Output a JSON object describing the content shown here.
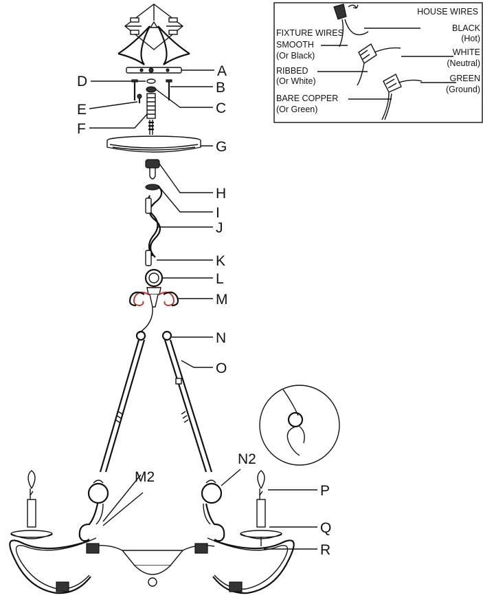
{
  "part_labels": {
    "A": "A",
    "B": "B",
    "C": "C",
    "D": "D",
    "E": "E",
    "F": "F",
    "G": "G",
    "H": "H",
    "I": "I",
    "J": "J",
    "K": "K",
    "L": "L",
    "M": "M",
    "N": "N",
    "O": "O",
    "M2": "M2",
    "N2": "N2",
    "P": "P",
    "Q": "Q",
    "R": "R"
  },
  "wiring_box": {
    "house_wires": "HOUSE WIRES",
    "fixture_wires": "FIXTURE WIRES",
    "black": "BLACK",
    "hot": "(Hot)",
    "smooth": "SMOOTH",
    "or_black": "(Or Black)",
    "white": "WHITE",
    "neutral": "(Neutral)",
    "ribbed": "RIBBED",
    "or_white": "(Or White)",
    "green": "GREEN",
    "ground": "(Ground)",
    "bare_copper": "BARE COPPER",
    "or_green": "(Or Green)"
  },
  "colors": {
    "line": "#111111",
    "accent_red": "#c0392b"
  }
}
